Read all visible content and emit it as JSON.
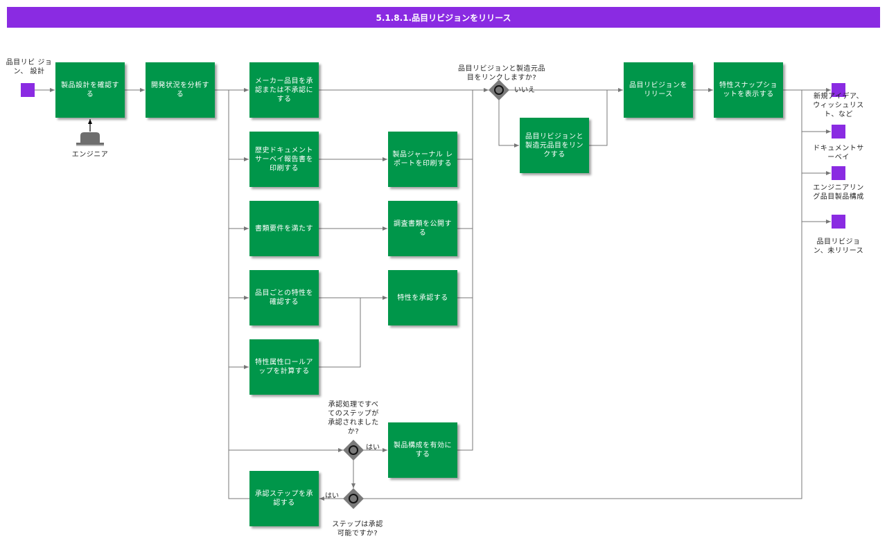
{
  "title": "5.1.8.1.品目リビジョンをリリース",
  "inputs": {
    "start_object_label": "品目リビ ジョン、 設計",
    "performer_label": "エンジニア"
  },
  "tasks": {
    "review_design": "製品設計を確認する",
    "analyze_dev": "開発状況を分析する",
    "approve_mfr": "メーカー品目を承認または不承認にする",
    "print_history": "歴史ドキュメントサーベイ報告書を印刷する",
    "print_journal": "製品ジャーナル レポートを印刷する",
    "doc_req": "書類要件を満たす",
    "publish_survey": "調査書類を公開する",
    "review_char": "品目ごとの特性を確認する",
    "approve_char": "特性を承認する",
    "calc_rollup": "特性属性ロールアップを計算する",
    "enable_config": "製品構成を有効にする",
    "approve_step": "承認ステップを承認する",
    "link_mfr": "品目リビジョンと製造元品目をリンクする",
    "release_rev": "品目リビジョンをリリース",
    "snapshot": "特性スナップショットを表示する"
  },
  "gateways": {
    "link_question": "品目リビジョンと製造元品目をリンクしますか?",
    "link_yes": "いいえ",
    "all_approved_question": "承認処理ですべてのステップが承認されましたか?",
    "all_approved_yes": "はい",
    "step_approvable_question": "ステップは承認可能ですか?",
    "step_approvable_yes": "はい"
  },
  "outputs": [
    "新規アイデア、ウィッシュリスト、など",
    "ドキュメントサーベイ",
    "エンジニアリング品目製品構成",
    "品目リビジョン、未リリース"
  ],
  "colors": {
    "header": "#8a2be2",
    "task": "#00964a",
    "data_object": "#8a2be2",
    "gateway": "#808080",
    "connector": "#777777"
  }
}
